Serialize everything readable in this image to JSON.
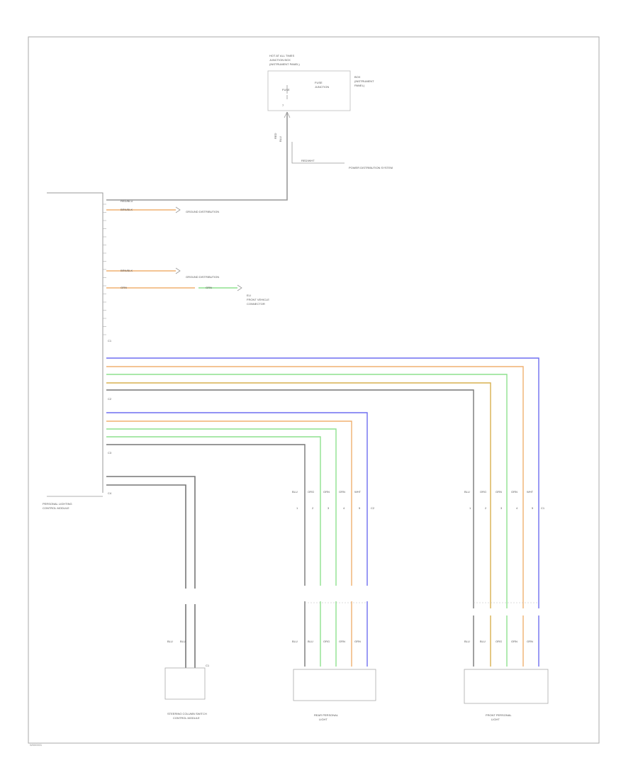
{
  "fuse_box": {
    "title_lines": [
      "HOT AT ALL TIMES",
      "JUNCTION BOX",
      "(INSTRUMENT PANEL)"
    ],
    "fuse_label": "FUSE",
    "side_lines": [
      "FUSE",
      "JUNCTION",
      "BOX",
      "(INSTRUMENT",
      "PANEL)"
    ],
    "pin": "7"
  },
  "power_feed": {
    "wire_colors": [
      "RED",
      "BLU"
    ],
    "branch_color": "RED/WHT",
    "branch_target": "POWER DISTRIBUTION SYSTEM"
  },
  "module": {
    "name_lines": [
      "PERSONAL LIGHTING",
      "CONTROL MODULE"
    ],
    "connector_a": "C1",
    "connector_b": "C2",
    "connector_c": "C3",
    "connector_d": "C4"
  },
  "module_wires": {
    "power": "RED/BLU",
    "ground_link": "BRN/BLK",
    "gnd_target": "GROUND DISTRIBUTION",
    "data1": "BRN/BLK",
    "data1_target": "GROUND DISTRIBUTION",
    "data2": "GRN",
    "data2_mid": "GRN",
    "data2_target_lines": [
      "ELI",
      "FRONT VEHICLE",
      "CONNECTOR"
    ]
  },
  "speaker_colors": {
    "blue": "#6e6ef0",
    "orange": "#f0b070",
    "green": "#8ee08e",
    "yellow_orange": "#d8b050",
    "gray": "#555555",
    "wire_dark": "#777777"
  },
  "rear_group": {
    "wire_labels": [
      "BLU",
      "ORG",
      "GRN",
      "GRN",
      "WHT"
    ],
    "pin_labels": [
      "1",
      "2",
      "3",
      "4",
      "5"
    ]
  },
  "front_group": {
    "wire_labels": [
      "BLU",
      "ORG",
      "GRN",
      "GRN",
      "WHT"
    ],
    "pin_labels": [
      "1",
      "2",
      "3",
      "4",
      "5"
    ]
  },
  "components": {
    "left_name_lines": [
      "STEERING COLUMN SWITCH",
      "CONTROL MODULE"
    ],
    "middle_name_lines": [
      "REAR PERSONAL",
      "LIGHT"
    ],
    "right_name_lines": [
      "FRONT PERSONAL",
      "LIGHT"
    ],
    "left_wire_labels": [
      "BLU",
      "BLU"
    ],
    "middle_wire_labels": [
      "BLU",
      "BLU",
      "ORG",
      "GRN",
      "GRN"
    ],
    "right_wire_labels": [
      "BLU",
      "BLU",
      "ORG",
      "GRN",
      "GRN"
    ],
    "connector_mid": "C2",
    "connector_right": "C1",
    "connector_left": "C1"
  },
  "footer": {
    "code": "W000001"
  }
}
